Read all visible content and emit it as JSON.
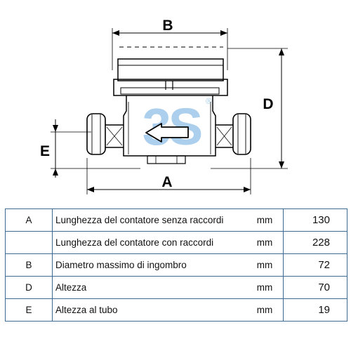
{
  "drawing": {
    "dimension_labels": {
      "B": "B",
      "D": "D",
      "E": "E",
      "A": "A"
    },
    "watermark": "3S",
    "registered_mark": "®"
  },
  "spec_table": {
    "rows": [
      {
        "code": "A",
        "description": "Lunghezza del contatore senza raccordi",
        "unit": "mm",
        "value": "130"
      },
      {
        "code": "",
        "description": "Lunghezza del contatore con raccordi",
        "unit": "mm",
        "value": "228"
      },
      {
        "code": "B",
        "description": "Diametro massimo di ingombro",
        "unit": "mm",
        "value": "72"
      },
      {
        "code": "D",
        "description": "Altezza",
        "unit": "mm",
        "value": "70"
      },
      {
        "code": "E",
        "description": "Altezza al tubo",
        "unit": "mm",
        "value": "19"
      }
    ]
  },
  "colors": {
    "line": "#000000",
    "table_border": "#3d6a94",
    "watermark": "#8fbfe6"
  }
}
